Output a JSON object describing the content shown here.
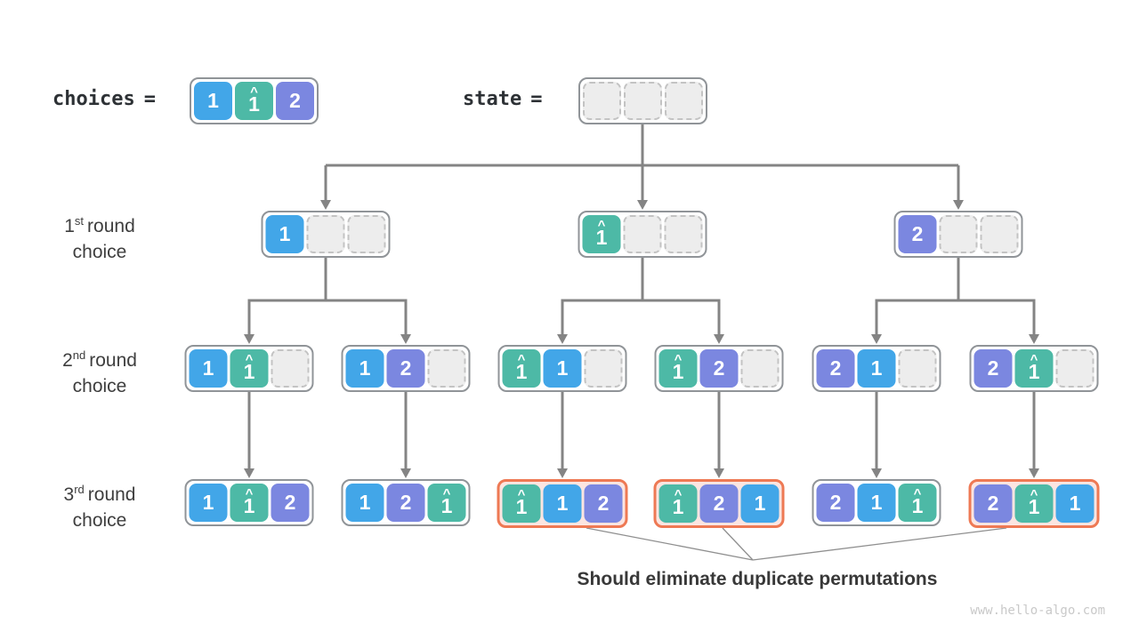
{
  "header": {
    "choices_label": "choices",
    "state_label": "state",
    "eq": "="
  },
  "glyphs": {
    "hat": "^"
  },
  "choices_box": {
    "cells": [
      {
        "v": "1",
        "c": "blue"
      },
      {
        "v": "1",
        "c": "teal",
        "hat": true
      },
      {
        "v": "2",
        "c": "purple"
      }
    ]
  },
  "state_box": {
    "cells": [
      {
        "c": "empty"
      },
      {
        "c": "empty"
      },
      {
        "c": "empty"
      }
    ]
  },
  "row_labels": [
    {
      "num": "1",
      "sup": "st",
      "rest": "round",
      "line2": "choice"
    },
    {
      "num": "2",
      "sup": "nd",
      "rest": "round",
      "line2": "choice"
    },
    {
      "num": "3",
      "sup": "rd",
      "rest": "round",
      "line2": "choice"
    }
  ],
  "tree": {
    "level1": [
      {
        "cells": [
          {
            "v": "1",
            "c": "blue"
          },
          {
            "c": "empty"
          },
          {
            "c": "empty"
          }
        ]
      },
      {
        "cells": [
          {
            "v": "1",
            "c": "teal",
            "hat": true
          },
          {
            "c": "empty"
          },
          {
            "c": "empty"
          }
        ]
      },
      {
        "cells": [
          {
            "v": "2",
            "c": "purple"
          },
          {
            "c": "empty"
          },
          {
            "c": "empty"
          }
        ]
      }
    ],
    "level2": [
      {
        "cells": [
          {
            "v": "1",
            "c": "blue"
          },
          {
            "v": "1",
            "c": "teal",
            "hat": true
          },
          {
            "c": "empty"
          }
        ]
      },
      {
        "cells": [
          {
            "v": "1",
            "c": "blue"
          },
          {
            "v": "2",
            "c": "purple"
          },
          {
            "c": "empty"
          }
        ]
      },
      {
        "cells": [
          {
            "v": "1",
            "c": "teal",
            "hat": true
          },
          {
            "v": "1",
            "c": "blue"
          },
          {
            "c": "empty"
          }
        ]
      },
      {
        "cells": [
          {
            "v": "1",
            "c": "teal",
            "hat": true
          },
          {
            "v": "2",
            "c": "purple"
          },
          {
            "c": "empty"
          }
        ]
      },
      {
        "cells": [
          {
            "v": "2",
            "c": "purple"
          },
          {
            "v": "1",
            "c": "blue"
          },
          {
            "c": "empty"
          }
        ]
      },
      {
        "cells": [
          {
            "v": "2",
            "c": "purple"
          },
          {
            "v": "1",
            "c": "teal",
            "hat": true
          },
          {
            "c": "empty"
          }
        ]
      }
    ],
    "level3": [
      {
        "duplicate": false,
        "cells": [
          {
            "v": "1",
            "c": "blue"
          },
          {
            "v": "1",
            "c": "teal",
            "hat": true
          },
          {
            "v": "2",
            "c": "purple"
          }
        ]
      },
      {
        "duplicate": false,
        "cells": [
          {
            "v": "1",
            "c": "blue"
          },
          {
            "v": "2",
            "c": "purple"
          },
          {
            "v": "1",
            "c": "teal",
            "hat": true
          }
        ]
      },
      {
        "duplicate": true,
        "cells": [
          {
            "v": "1",
            "c": "teal",
            "hat": true
          },
          {
            "v": "1",
            "c": "blue"
          },
          {
            "v": "2",
            "c": "purple"
          }
        ]
      },
      {
        "duplicate": true,
        "cells": [
          {
            "v": "1",
            "c": "teal",
            "hat": true
          },
          {
            "v": "2",
            "c": "purple"
          },
          {
            "v": "1",
            "c": "blue"
          }
        ]
      },
      {
        "duplicate": false,
        "cells": [
          {
            "v": "2",
            "c": "purple"
          },
          {
            "v": "1",
            "c": "blue"
          },
          {
            "v": "1",
            "c": "teal",
            "hat": true
          }
        ]
      },
      {
        "duplicate": true,
        "cells": [
          {
            "v": "2",
            "c": "purple"
          },
          {
            "v": "1",
            "c": "teal",
            "hat": true
          },
          {
            "v": "1",
            "c": "blue"
          }
        ]
      }
    ]
  },
  "annotation": "Should eliminate duplicate permutations",
  "watermark": "www.hello-algo.com",
  "colors": {
    "blue": "#42a6e8",
    "teal": "#4db9a6",
    "purple": "#7b87e0",
    "duplicate_border": "#ee7954",
    "duplicate_bg": "#fbe5e1",
    "connector": "#848484",
    "empty_bg": "#ededed",
    "node_border": "#909498"
  }
}
